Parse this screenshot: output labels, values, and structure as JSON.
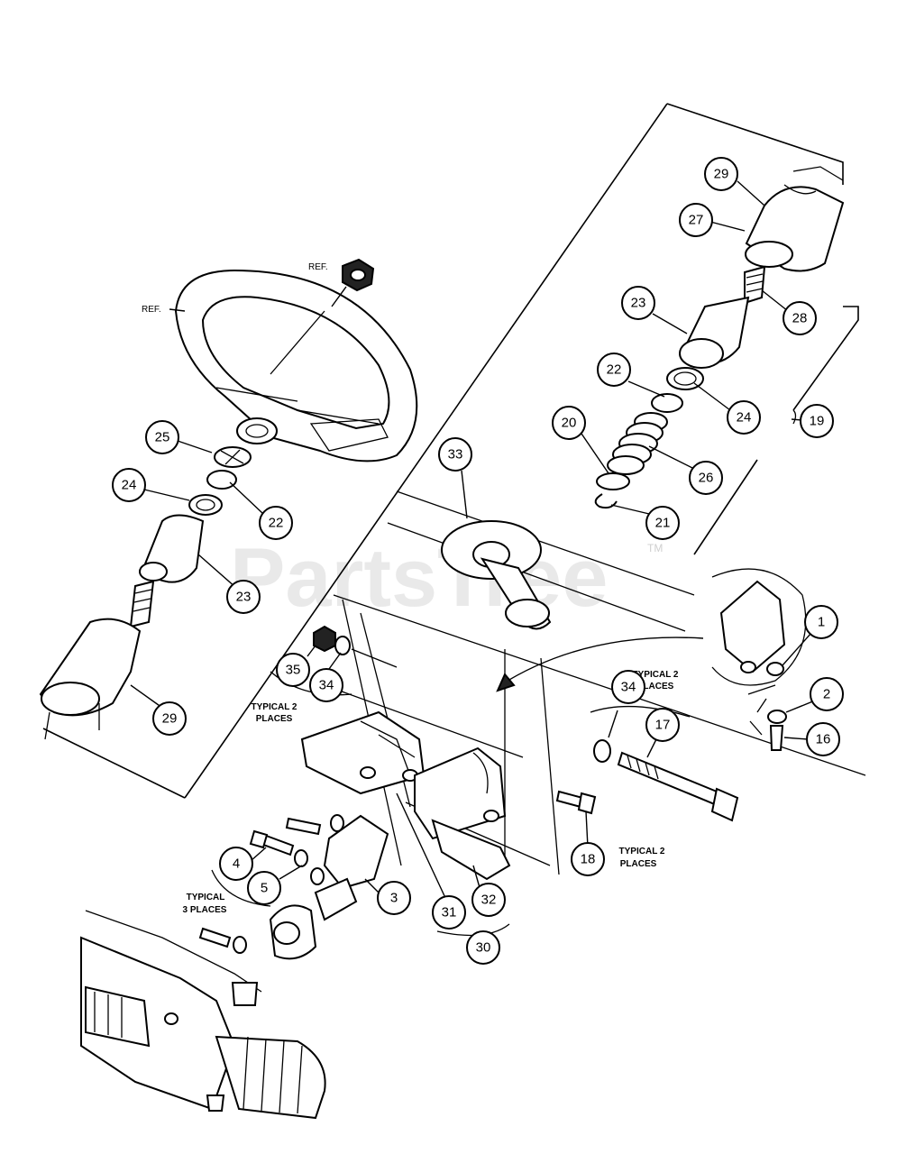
{
  "watermark": {
    "text": "PartsTree",
    "tm": "TM"
  },
  "ref_labels": [
    "REF.",
    "REF."
  ],
  "notes": {
    "typical2_a_line1": "TYPICAL 2",
    "typical2_a_line2": "PLACES",
    "typical2_b_line1": "TYPICAL 2",
    "typical2_b_line2": "PLACES",
    "typical2_c_line1": "TYPICAL 2",
    "typical2_c_line2": "PLACES",
    "typical3_line1": "TYPICAL",
    "typical3_line2": "3 PLACES"
  },
  "callouts": [
    "29",
    "27",
    "28",
    "23",
    "22",
    "24",
    "19",
    "20",
    "26",
    "21",
    "33",
    "25",
    "24",
    "22",
    "23",
    "29",
    "1",
    "2",
    "16",
    "34",
    "17",
    "35",
    "34",
    "18",
    "4",
    "5",
    "3",
    "31",
    "32",
    "30"
  ]
}
